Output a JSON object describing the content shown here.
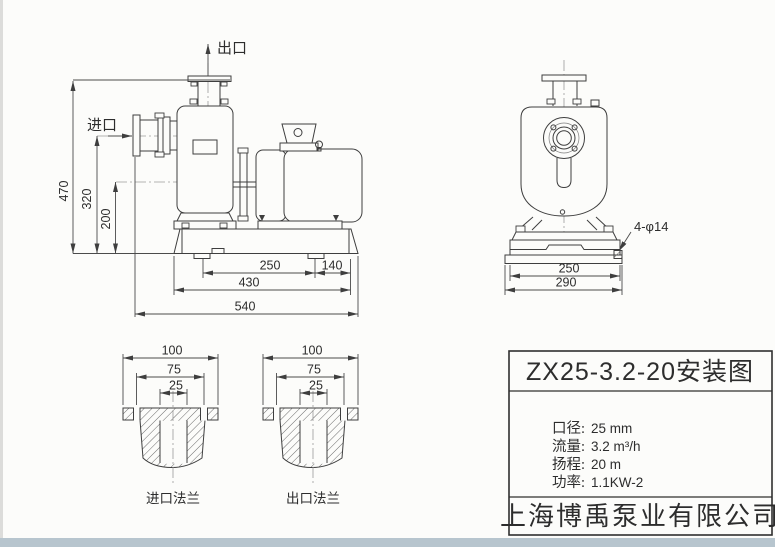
{
  "colors": {
    "paper": "#fcfcfa",
    "bottom_strip": "#b7c5ce",
    "left_edge": "#dcdcda",
    "line": "#3e3e3e"
  },
  "side_view": {
    "outlet_label": "出口",
    "inlet_label": "进口",
    "dim_height_total": "470",
    "dim_height_inlet": "320",
    "dim_height_shaft": "200",
    "dim_bolt_span": "250",
    "dim_rear_offset": "140",
    "dim_base_length": "430",
    "dim_overall_length": "540"
  },
  "front_view": {
    "dim_bolt_span": "250",
    "dim_base_width": "290",
    "anchor_bolt_note": "4-φ14"
  },
  "flange_details": {
    "inlet": {
      "label": "进口法兰",
      "dim_od": "100",
      "dim_bolt_circle": "75",
      "dim_bore": "25"
    },
    "outlet": {
      "label": "出口法兰",
      "dim_od": "100",
      "dim_bolt_circle": "75",
      "dim_bore": "25"
    }
  },
  "title_block": {
    "title": "ZX25-3.2-20安装图",
    "specs": [
      {
        "label": "口径:",
        "value": "25 mm"
      },
      {
        "label": "流量:",
        "value": "3.2 m³/h"
      },
      {
        "label": "扬程:",
        "value": "20 m"
      },
      {
        "label": "功率:",
        "value": "1.1KW-2"
      }
    ],
    "company": "上海博禹泵业有限公司"
  }
}
